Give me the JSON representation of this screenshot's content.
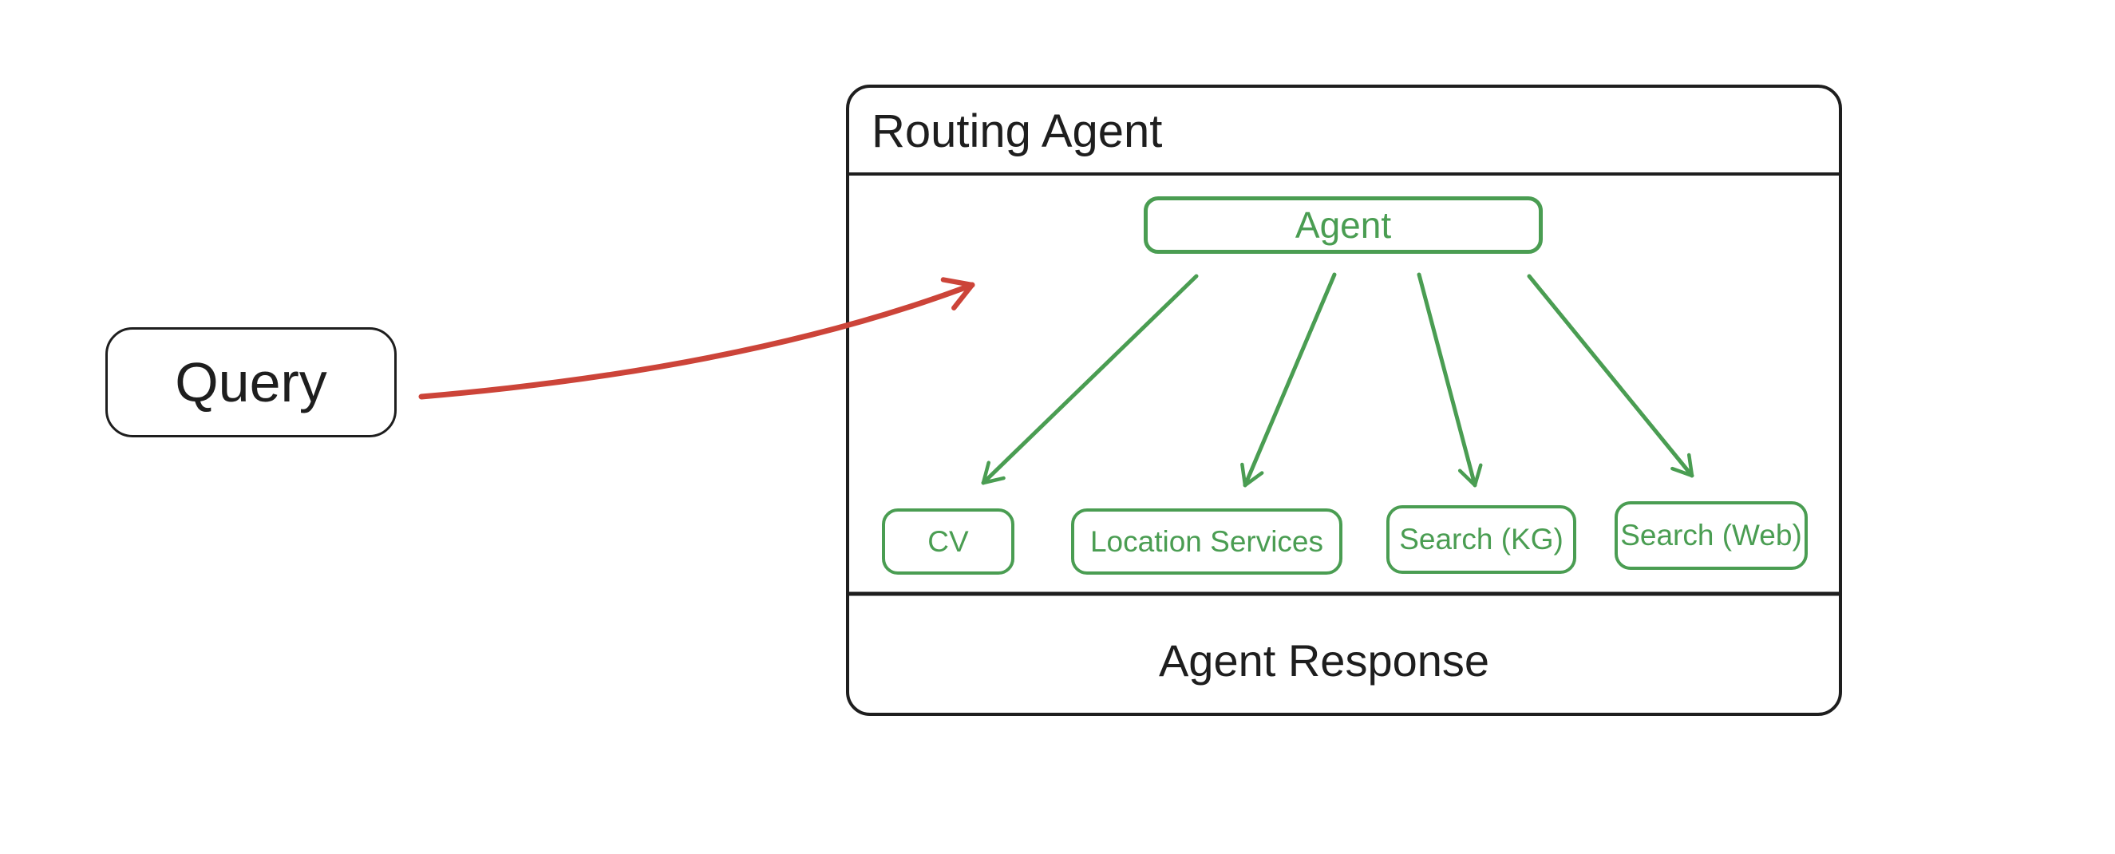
{
  "diagram": {
    "query": {
      "label": "Query"
    },
    "container": {
      "title": "Routing Agent",
      "agent": {
        "label": "Agent"
      },
      "tools": [
        {
          "id": "cv",
          "label": "CV"
        },
        {
          "id": "location-services",
          "label": "Location Services"
        },
        {
          "id": "search-kg",
          "label": "Search (KG)"
        },
        {
          "id": "search-web",
          "label": "Search (Web)"
        }
      ],
      "response": {
        "label": "Agent Response"
      }
    },
    "arrows": [
      {
        "from": "query",
        "to": "routing-agent",
        "color": "red"
      },
      {
        "from": "agent",
        "to": "cv",
        "color": "green"
      },
      {
        "from": "agent",
        "to": "location-services",
        "color": "green"
      },
      {
        "from": "agent",
        "to": "search-kg",
        "color": "green"
      },
      {
        "from": "agent",
        "to": "search-web",
        "color": "green"
      }
    ],
    "colors": {
      "stroke": "#1e1e1e",
      "green": "#4a9d52",
      "red": "#cc4439",
      "background": "#ffffff"
    }
  }
}
